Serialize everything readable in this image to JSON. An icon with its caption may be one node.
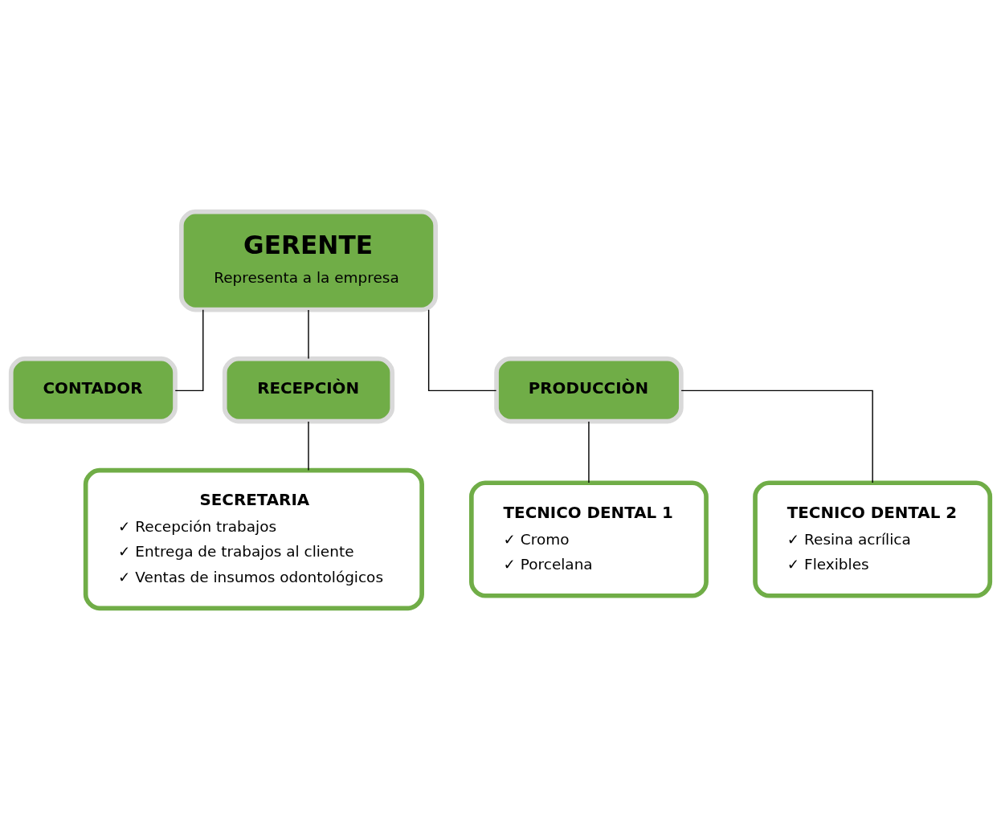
{
  "diagram": {
    "nodes": [
      {
        "text": [
          "GERENTE",
          "Representa a la empresa"
        ]
      },
      {
        "text": [
          "CONTADOR"
        ]
      },
      {
        "text": [
          "RECEPCIÒN"
        ]
      },
      {
        "text": [
          "PRODUCCIÒN"
        ]
      },
      {
        "text": [
          "SECRETARIA",
          "✓ Recepción trabajos",
          "✓ Entrega de trabajos al cliente",
          "✓ Ventas de insumos odontológicos"
        ]
      },
      {
        "text": [
          "TECNICO DENTAL 1",
          "✓ Cromo",
          "✓ Porcelana"
        ]
      },
      {
        "text": [
          "TECNICO DENTAL 2",
          "✓ Resina acrílica",
          "✓ Flexibles"
        ]
      }
    ],
    "edges": [
      {
        "from": 0,
        "to": 1,
        "arrow": "none"
      },
      {
        "from": 0,
        "to": 2,
        "arrow": "none"
      },
      {
        "from": 0,
        "to": 3,
        "arrow": "none"
      },
      {
        "from": 2,
        "to": 4,
        "arrow": "none"
      },
      {
        "from": 3,
        "to": 5,
        "arrow": "none"
      },
      {
        "from": 3,
        "to": 6,
        "arrow": "none"
      }
    ]
  }
}
